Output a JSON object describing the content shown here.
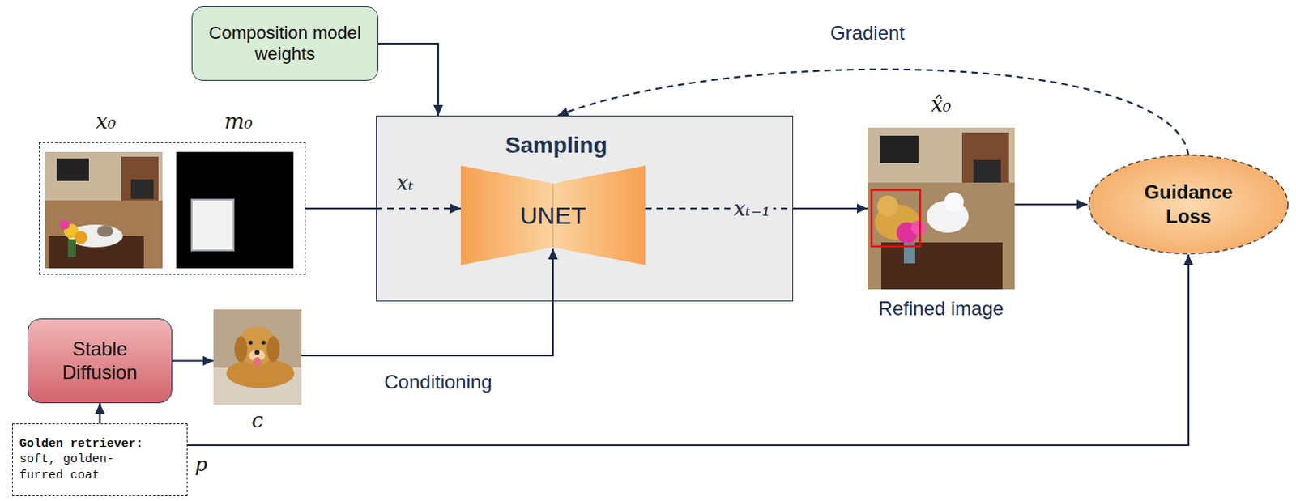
{
  "diagram": {
    "nodes": [
      {
        "text": [
          "Composition model weights"
        ]
      },
      {
        "text": [
          "x₀",
          "m₀"
        ]
      },
      {
        "text": [
          "Sampling"
        ]
      },
      {
        "text": [
          "UNET"
        ],
        "in": 2
      },
      {
        "text": [
          "x̂₀",
          "Refined image"
        ]
      },
      {
        "text": [
          "Guidance Loss"
        ]
      },
      {
        "text": [
          "Stable Diffusion"
        ]
      },
      {
        "text": [
          "c"
        ]
      },
      {
        "text": [
          "Golden retriever:",
          "soft, golden-furred coat",
          "p"
        ]
      }
    ],
    "edges": [
      {
        "from": 0,
        "to": 2,
        "arrow": "to"
      },
      {
        "from": 1,
        "to": 3,
        "label": "xₜ",
        "arrow": "to"
      },
      {
        "from": 3,
        "to": 4,
        "label": "xₜ₋₁",
        "arrow": "to"
      },
      {
        "from": 4,
        "to": 5,
        "arrow": "to"
      },
      {
        "from": 5,
        "to": 2,
        "label": "Gradient",
        "arrow": "to"
      },
      {
        "from": 6,
        "to": 7,
        "arrow": "to"
      },
      {
        "from": 7,
        "to": 3,
        "label": "Conditioning",
        "arrow": "to"
      },
      {
        "from": 8,
        "to": 5,
        "arrow": "to"
      },
      {
        "from": 8,
        "to": 6,
        "arrow": "to"
      }
    ]
  }
}
